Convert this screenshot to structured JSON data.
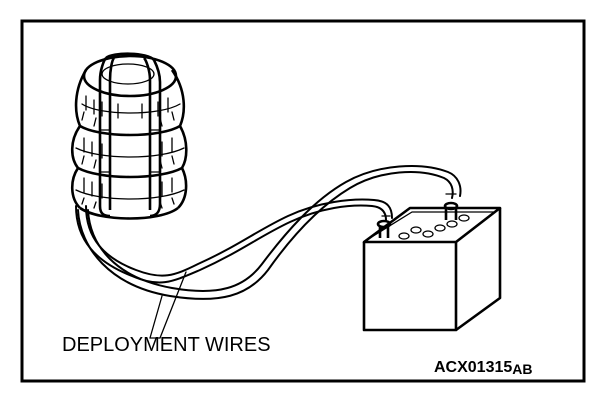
{
  "figure": {
    "callout_label": "DEPLOYMENT WIRES",
    "figure_code_main": "ACX01315",
    "figure_code_suffix": "AB"
  },
  "colors": {
    "ink": "#000000",
    "paper": "#ffffff"
  },
  "icons": {
    "tire_stack": "tire-stack-icon",
    "battery": "battery-icon"
  }
}
